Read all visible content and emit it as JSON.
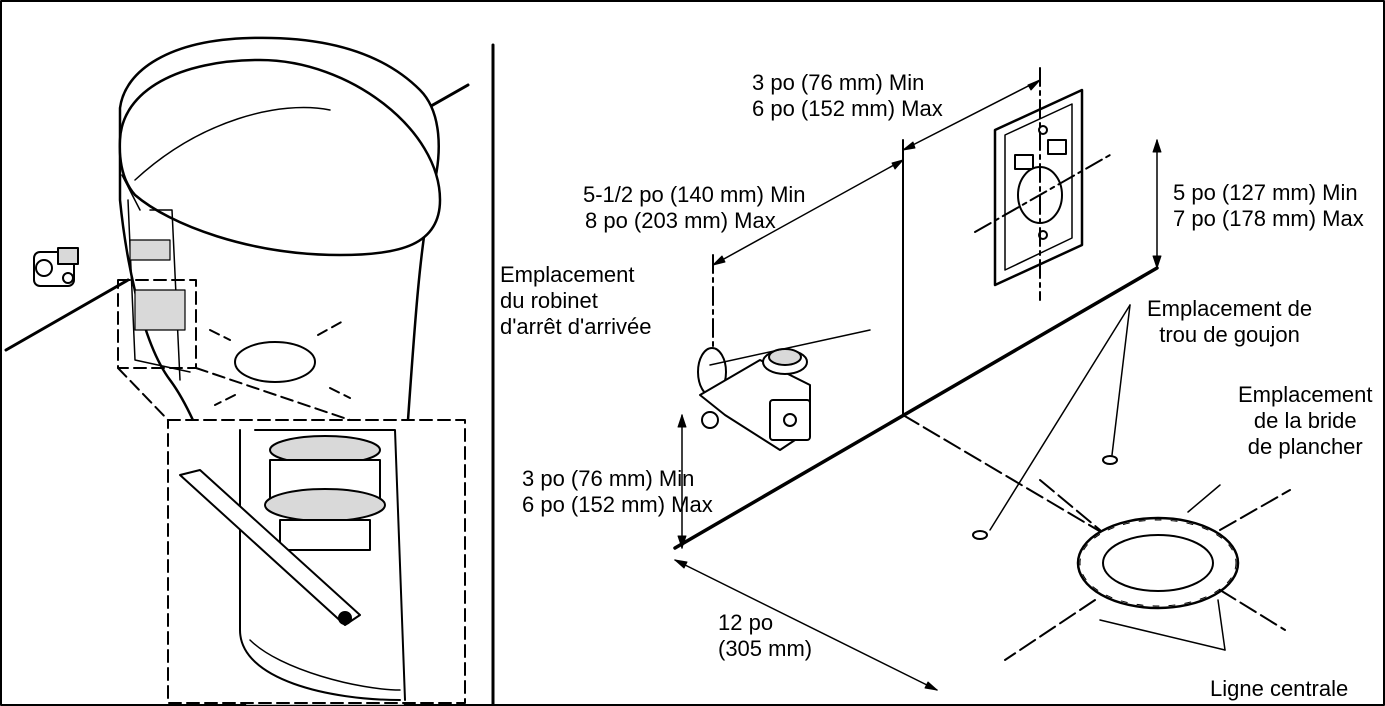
{
  "labels": {
    "outlet_offset": [
      "3 po (76 mm) Min",
      "6 po (152 mm) Max"
    ],
    "valve_offset": [
      "5-1/2 po (140 mm) Min",
      "8 po (203 mm) Max"
    ],
    "outlet_height": [
      "5 po (127 mm) Min",
      "7 po (178 mm) Max"
    ],
    "supply_valve_location": [
      "Emplacement",
      "du robinet",
      "d'arrêt d'arrivée"
    ],
    "valve_height": [
      "3 po (76 mm) Min",
      "6 po (152 mm) Max"
    ],
    "bolt_hole_location": [
      "Emplacement de",
      "trou de goujon"
    ],
    "floor_flange_location": [
      "Emplacement",
      "de la bride",
      "de plancher"
    ],
    "wall_distance": [
      "12 po",
      "(305 mm)"
    ],
    "centerline": "Ligne centrale"
  },
  "colors": {
    "line": "#000000",
    "fill": "#ffffff",
    "shade": "#d9d9d9"
  }
}
